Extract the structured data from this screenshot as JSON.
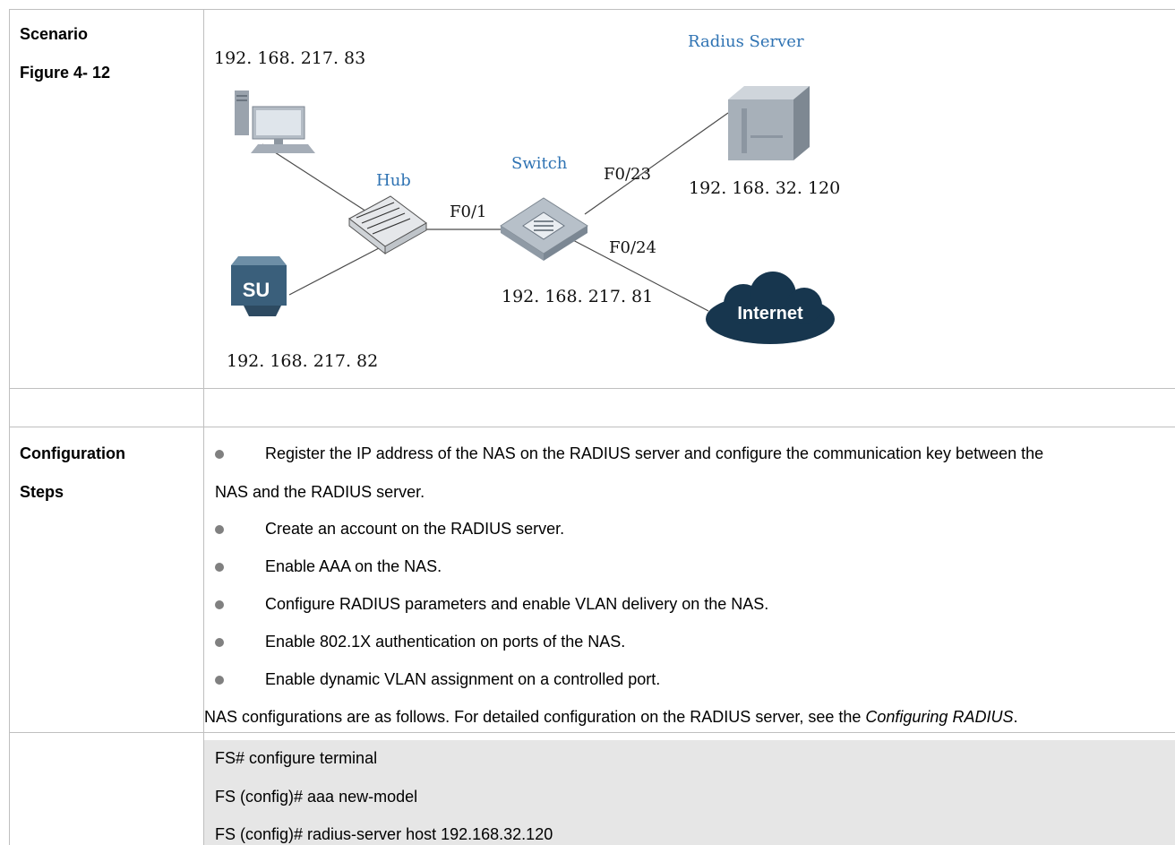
{
  "scenario": {
    "label": "Scenario",
    "figure_label": "Figure 4- 12"
  },
  "diagram": {
    "radius_title": "Radius Server",
    "pc_ip": "192. 168. 217. 83",
    "hub_label": "Hub",
    "switch_label": "Switch",
    "port_f01": "F0/1",
    "port_f023": "F0/23",
    "port_f024": "F0/24",
    "radius_ip": "192. 168. 32. 120",
    "switch_ip": "192. 168. 217. 81",
    "monitor_ip": "192. 168. 217. 82",
    "internet_label": "Internet",
    "monitor_logo": "SU"
  },
  "config": {
    "label_line1": "Configuration",
    "label_line2": "Steps",
    "step1_a": "Register the IP address of the NAS on the RADIUS server and configure the communication key between the",
    "step1_b": "NAS and the RADIUS server.",
    "steps": [
      "Create an account on the RADIUS server.",
      "Enable AAA on the NAS.",
      "Configure RADIUS parameters and enable VLAN delivery on the NAS.",
      "Enable 802.1X authentication on ports of the NAS.",
      "Enable dynamic VLAN assignment on a controlled port."
    ],
    "note_prefix": "NAS configurations are as follows. For detailed configuration on the RADIUS server, see the ",
    "note_italic": "Configuring RADIUS",
    "note_suffix": "."
  },
  "code": {
    "lines": [
      "FS# configure terminal",
      "FS (config)# aaa new-model",
      "FS (config)# radius-server host 192.168.32.120"
    ]
  }
}
